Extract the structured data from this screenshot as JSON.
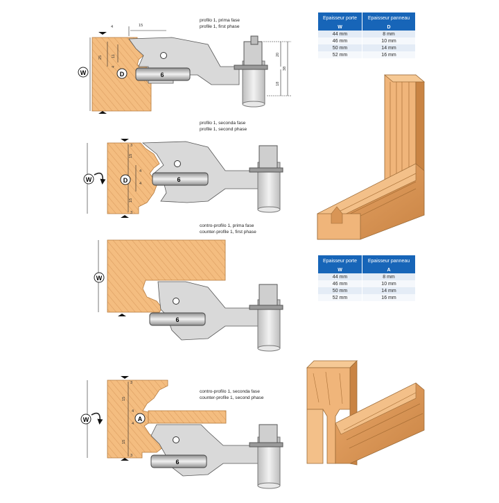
{
  "captions": {
    "s1_it": "profilo 1, prima fase",
    "s1_en": "profile 1, first phase",
    "s2_it": "profilo 1, seconda fase",
    "s2_en": "profile 1, second phase",
    "s3_it": "contro-profilo 1, prima fase",
    "s3_en": "counter-profile 1, first phase",
    "s4_it": "contro-profilo 1, seconda fase",
    "s4_en": "counter-profile 1, second phase"
  },
  "markers": {
    "w": "W",
    "d": "D",
    "a": "A",
    "tool_number": "6"
  },
  "dims1": {
    "top_width": "15",
    "left_top": "4",
    "left_main": "25",
    "inner": "11",
    "inner2": "4",
    "right_a": "20",
    "right_b": "38",
    "right_c": "18"
  },
  "dims2": {
    "a": "3",
    "b": "15",
    "c": "4",
    "d": "4",
    "e": "15",
    "f": "3"
  },
  "dims4": {
    "a": "3",
    "b": "15",
    "c": "4",
    "d": "4",
    "e": "15",
    "f": "3"
  },
  "table1": {
    "headers": [
      "Epaisseur porte",
      "Epaisseur panneau"
    ],
    "symbols": [
      "W",
      "D"
    ],
    "rows": [
      [
        "44 mm",
        "8 mm"
      ],
      [
        "46 mm",
        "10 mm"
      ],
      [
        "50 mm",
        "14 mm"
      ],
      [
        "52 mm",
        "16 mm"
      ]
    ]
  },
  "table2": {
    "headers": [
      "Epaisseur porte",
      "Epaisseur panneau"
    ],
    "symbols": [
      "W",
      "A"
    ],
    "rows": [
      [
        "44 mm",
        "8 mm"
      ],
      [
        "46 mm",
        "10 mm"
      ],
      [
        "50 mm",
        "14 mm"
      ],
      [
        "52 mm",
        "16 mm"
      ]
    ]
  },
  "colors": {
    "wood": "#f2b97a",
    "wood_grain": "#d99a5c",
    "tool": "#d9d9d9",
    "tool_dark": "#9a9a9a",
    "header_blue": "#1765b8"
  }
}
